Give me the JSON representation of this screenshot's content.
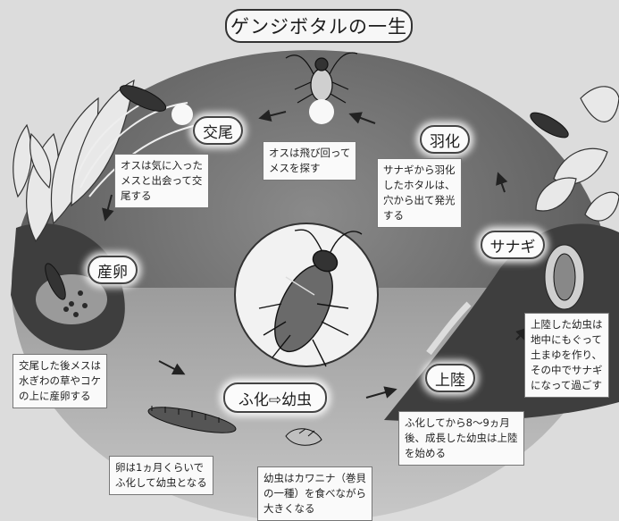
{
  "title": "ゲンジボタルの一生",
  "stages": {
    "kobi": "交尾",
    "uka": "羽化",
    "sanagi": "サナギ",
    "sanran": "産卵",
    "joriku": "上陸",
    "fuka": "ふ化⇨幼虫"
  },
  "notes": {
    "fly": [
      "オスは飛び回って",
      "メスを探す"
    ],
    "mating": [
      "オスは気に入った",
      "メスと出会って交",
      "尾する"
    ],
    "emerge": [
      "サナギから羽化",
      "したホタルは、",
      "穴から出て発光",
      "する"
    ],
    "egg_laying": [
      "交尾した後メスは",
      "水ぎわの草やコケ",
      "の上に産卵する"
    ],
    "pupa": [
      "上陸した幼虫は",
      "地中にもぐって",
      "土まゆを作り、",
      "その中でサナギ",
      "になって過ごす"
    ],
    "landing": [
      "ふ化してから8～9ヵ月",
      "後、成長した幼虫は上陸",
      "を始める"
    ],
    "hatch": [
      "卵は1ヵ月くらいで",
      "ふ化して幼虫となる"
    ],
    "larva": [
      "幼虫はカワニナ（巻貝",
      "の一種）を食べながら",
      "大きくなる"
    ]
  },
  "colors": {
    "sky": "#6f6f6f",
    "water": "#a9a9a9",
    "bank": "#3e3e3e",
    "background": "#dcdcdc"
  }
}
